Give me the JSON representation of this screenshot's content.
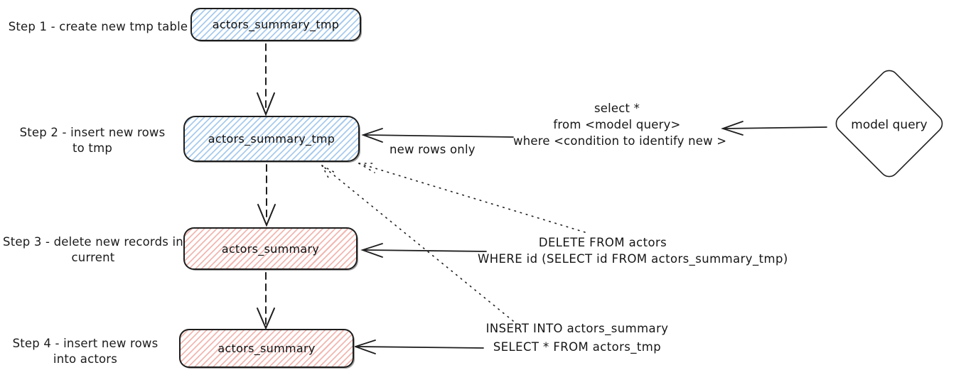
{
  "diagram": {
    "steps": [
      {
        "label_line1": "Step 1 - create new tmp table",
        "box_label": "actors_summary_tmp",
        "box_color": "blue"
      },
      {
        "label_line1": "Step 2 - insert new rows",
        "label_line2": "to tmp",
        "box_label": "actors_summary_tmp",
        "box_color": "blue"
      },
      {
        "label_line1": "Step 3 - delete new records in",
        "label_line2": "current",
        "box_label": "actors_summary",
        "box_color": "red"
      },
      {
        "label_line1": "Step 4 - insert new rows",
        "label_line2": "into actors",
        "box_label": "actors_summary",
        "box_color": "red"
      }
    ],
    "annotations": {
      "new_rows_only": "new rows only",
      "select_query_line1": "select *",
      "select_query_line2": "from <model query>",
      "select_query_line3": "where <condition to identify new >",
      "delete_sql_line1": "DELETE FROM actors",
      "delete_sql_line2": "WHERE id (SELECT id FROM actors_summary_tmp)",
      "insert_sql_line1": "INSERT INTO actors_summary",
      "insert_sql_line2": "SELECT * FROM actors_tmp"
    },
    "model_query_label": "model query",
    "colors": {
      "blue_hatch": "#a8cbee",
      "red_hatch": "#f2b7b1",
      "stroke": "#1e1e1e"
    }
  }
}
